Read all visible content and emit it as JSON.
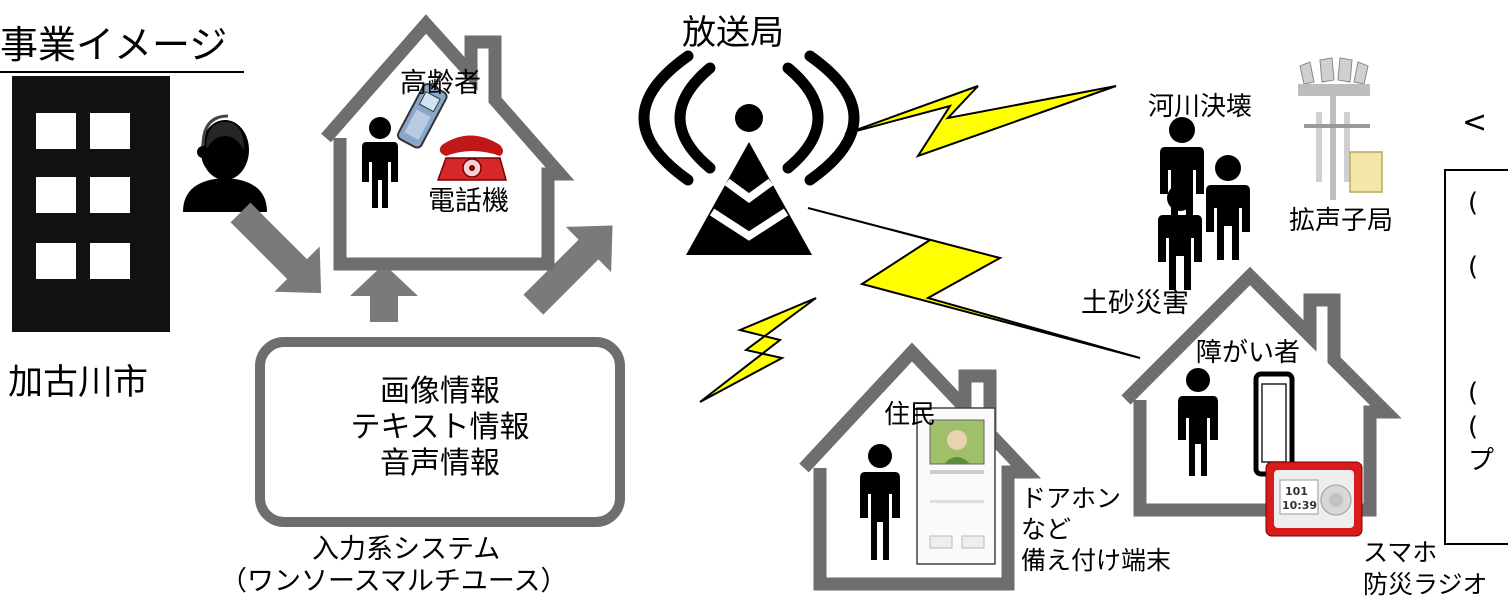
{
  "title": "事業イメージ",
  "city": "加古川市",
  "elderly_house": {
    "label": "高齢者",
    "device": "電話機"
  },
  "broadcast": "放送局",
  "input_system": {
    "lines": [
      "画像情報",
      "テキスト情報",
      "音声情報"
    ],
    "caption_line1": "入力系システム",
    "caption_line2": "（ワンソースマルチユース）"
  },
  "river": "河川決壊",
  "speaker_station": "拡声子局",
  "landslide": "土砂災害",
  "disabled_house": {
    "label": "障がい者",
    "device": "スマホ"
  },
  "radio_label": "防災ラジオ",
  "resident_house": {
    "label": "住民",
    "device_lines": [
      "ドアホン",
      "など",
      "備え付け端末"
    ]
  },
  "radio_display": {
    "line1": "101",
    "line2": "10:39"
  },
  "right_panel": {
    "heading_fragment": "<",
    "bullets": [
      "(",
      "(",
      "(",
      "(",
      "プ"
    ]
  },
  "colors": {
    "house": "#6e6e6e",
    "arrow": "#7a7a7a",
    "bolt": "#ffff00",
    "building": "#111111"
  }
}
